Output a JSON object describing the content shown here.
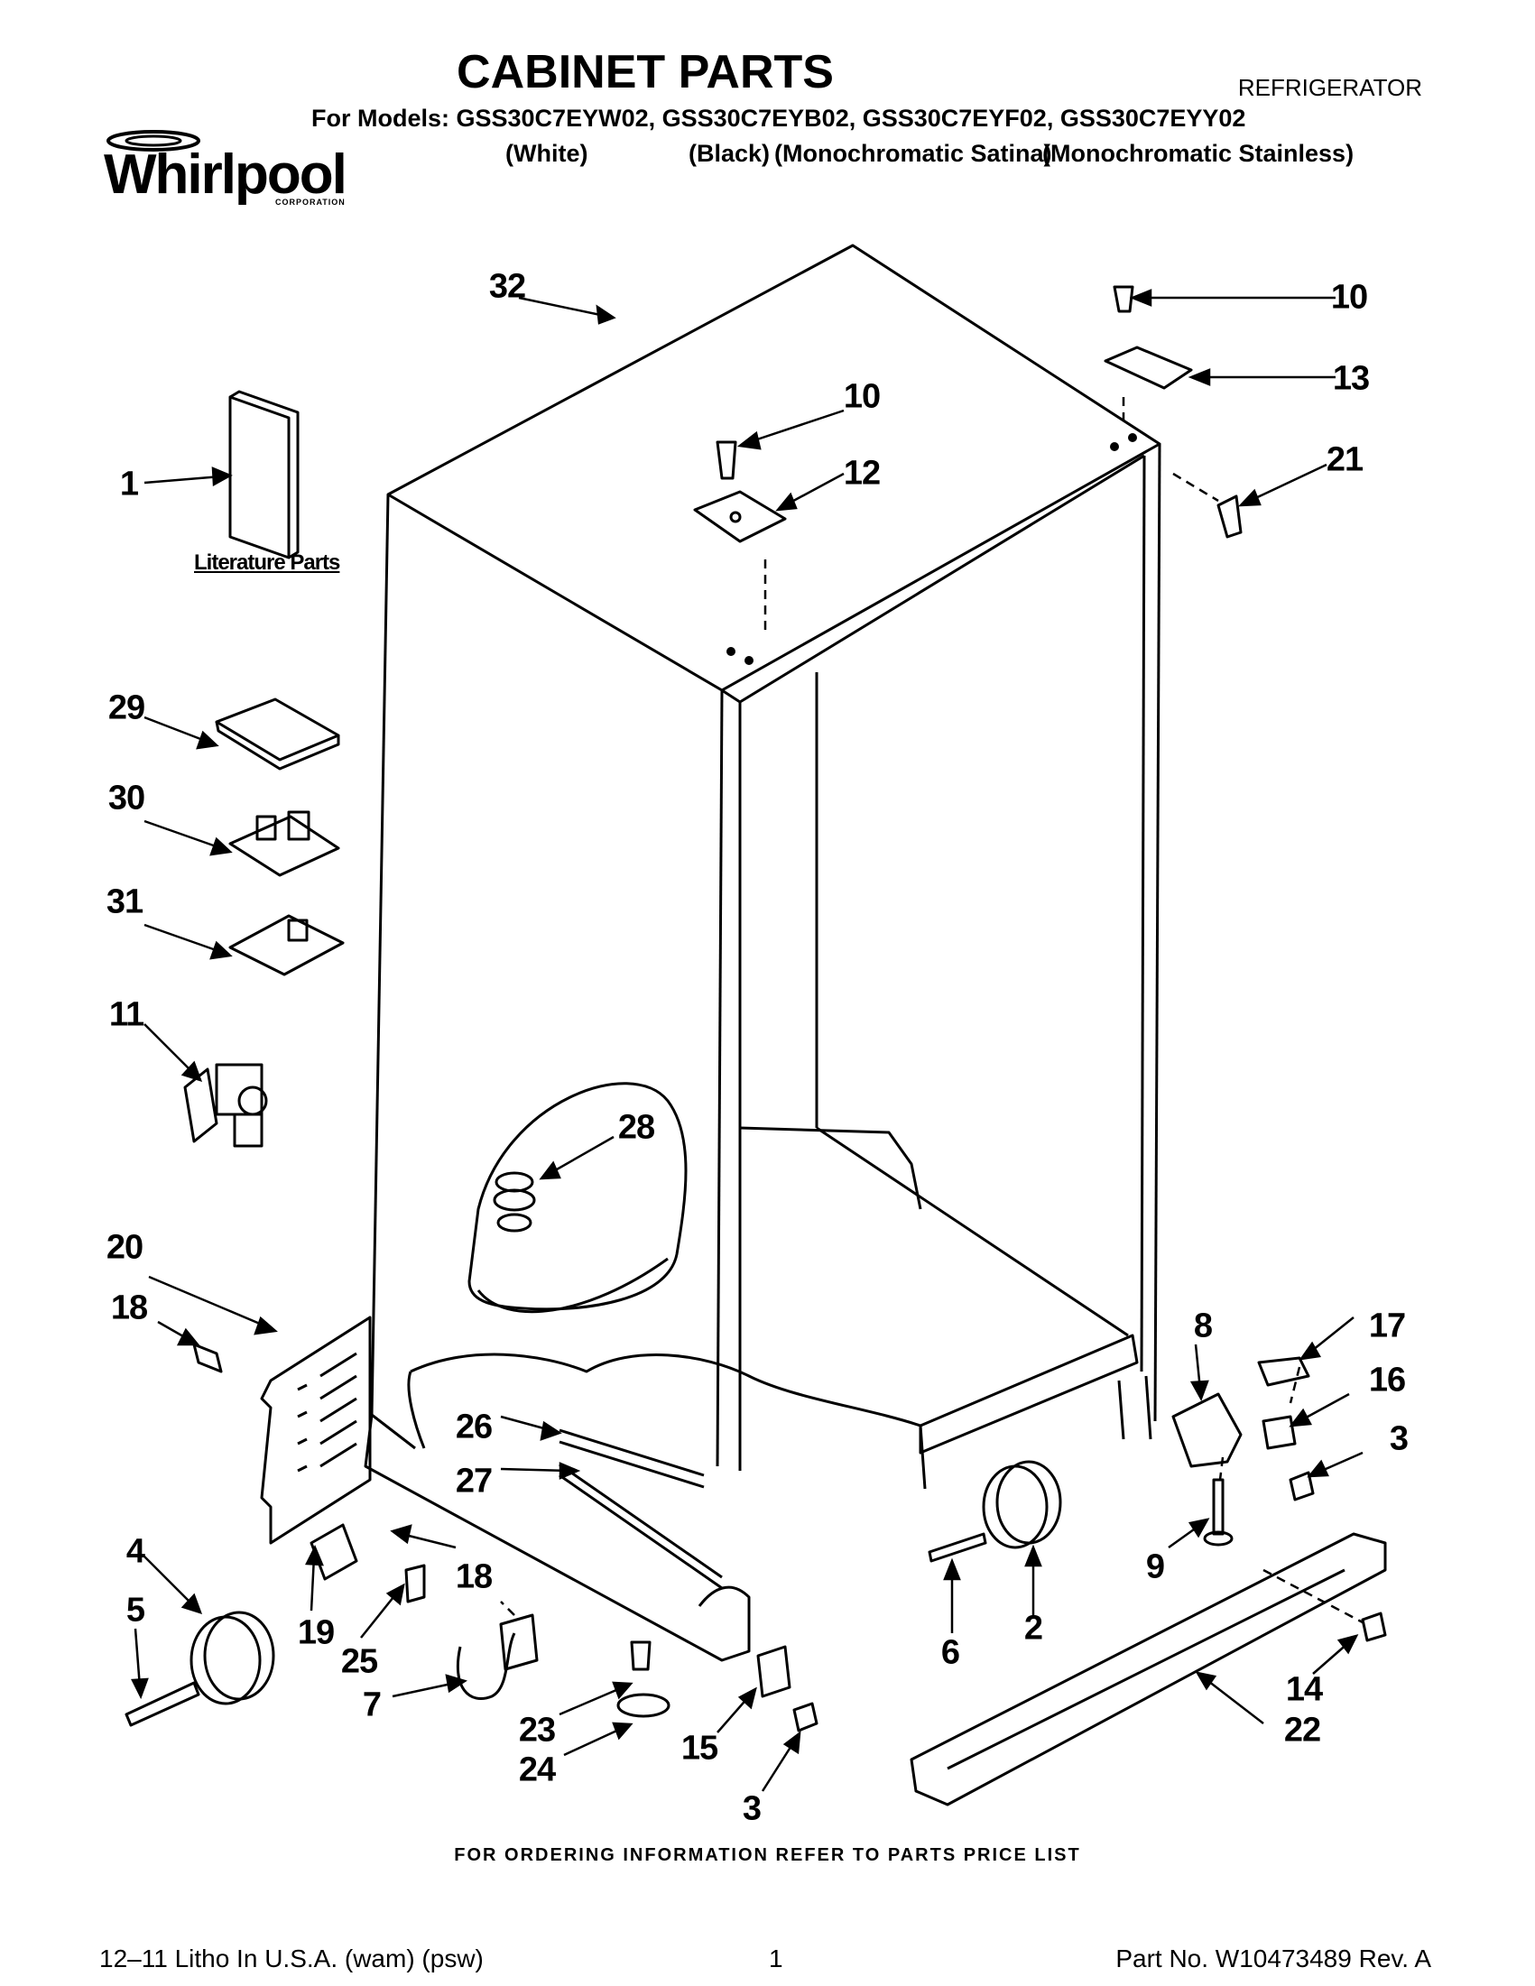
{
  "header": {
    "title": "CABINET PARTS",
    "category": "REFRIGERATOR",
    "models_line": "For Models: GSS30C7EYW02, GSS30C7EYB02, GSS30C7EYF02, GSS30C7EYY02",
    "colors": [
      "(White)",
      "(Black)",
      "(Monochromatic Satina)",
      "(Monochromatic Stainless)"
    ]
  },
  "brand": {
    "name": "Whirlpool",
    "sub": "CORPORATION"
  },
  "diagram": {
    "literature_label": "Literature Parts",
    "callouts": [
      "32",
      "10",
      "13",
      "10",
      "12",
      "21",
      "1",
      "29",
      "30",
      "31",
      "11",
      "28",
      "20",
      "18",
      "26",
      "27",
      "8",
      "17",
      "16",
      "3",
      "4",
      "5",
      "19",
      "18",
      "25",
      "7",
      "23",
      "24",
      "15",
      "3",
      "6",
      "2",
      "9",
      "14",
      "22"
    ]
  },
  "footer": {
    "ordering_note": "FOR ORDERING INFORMATION REFER TO PARTS PRICE LIST",
    "litho": "12–11 Litho In U.S.A. (wam) (psw)",
    "page": "1",
    "part_no": "Part No. W10473489 Rev. A"
  }
}
